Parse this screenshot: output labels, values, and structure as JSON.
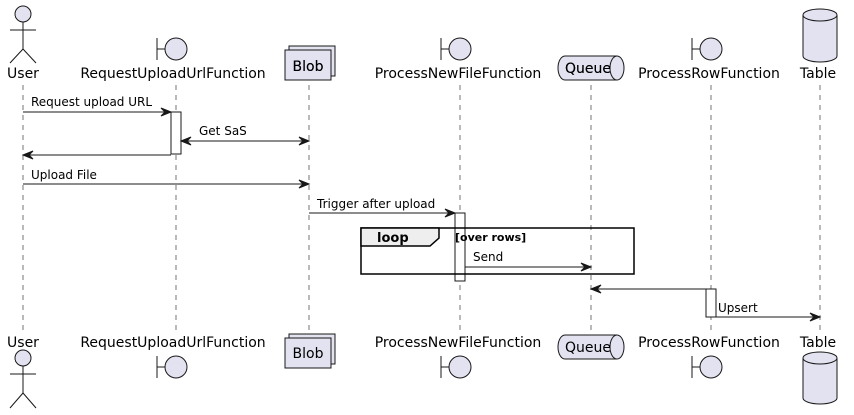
{
  "participants": [
    {
      "id": "user",
      "label": "User",
      "kind": "actor"
    },
    {
      "id": "req",
      "label": "RequestUploadUrlFunction",
      "kind": "boundary"
    },
    {
      "id": "blob",
      "label": "Blob",
      "kind": "collections"
    },
    {
      "id": "proc",
      "label": "ProcessNewFileFunction",
      "kind": "boundary"
    },
    {
      "id": "queue",
      "label": "Queue",
      "kind": "queue"
    },
    {
      "id": "row",
      "label": "ProcessRowFunction",
      "kind": "boundary"
    },
    {
      "id": "table",
      "label": "Table",
      "kind": "database"
    }
  ],
  "messages": [
    {
      "from": "user",
      "to": "req",
      "label": "Request upload URL"
    },
    {
      "from": "req",
      "to": "blob",
      "label": "Get SaS",
      "bidirectional": true
    },
    {
      "from": "req",
      "to": "user",
      "label": ""
    },
    {
      "from": "user",
      "to": "blob",
      "label": "Upload File"
    },
    {
      "from": "blob",
      "to": "proc",
      "label": "Trigger after upload"
    },
    {
      "from": "proc",
      "to": "queue",
      "label": "Send"
    },
    {
      "from": "row",
      "to": "queue",
      "label": ""
    },
    {
      "from": "row",
      "to": "table",
      "label": "Upsert"
    }
  ],
  "loop": {
    "keyword": "loop",
    "condition": "[over rows]"
  }
}
